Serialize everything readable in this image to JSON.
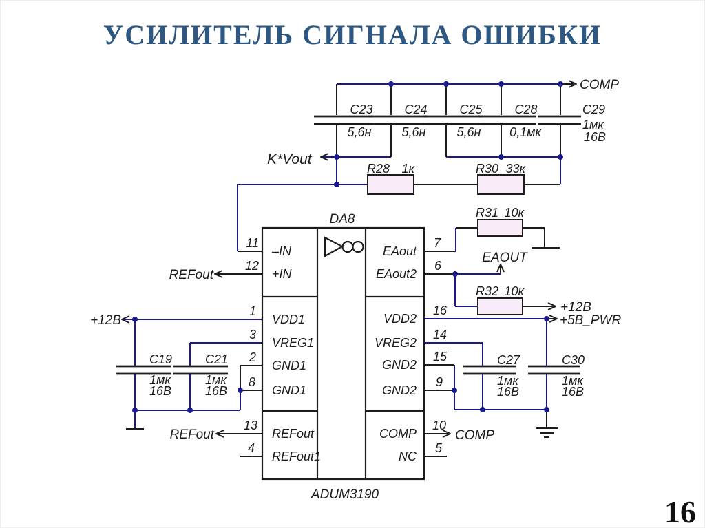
{
  "title": "УСИЛИТЕЛЬ СИГНАЛА ОШИБКИ",
  "page_number": "16",
  "colors": {
    "title": "#2d5884",
    "wire_blue": "#1a1a8c",
    "wire_black": "#1c1c1c",
    "resistor_fill": "#f9ecf9"
  },
  "ic": {
    "designator": "DA8",
    "part_number": "ADUM3190",
    "left_pins": [
      {
        "num": "11",
        "label": "–IN"
      },
      {
        "num": "12",
        "label": "+IN"
      },
      {
        "num": "1",
        "label": "VDD1"
      },
      {
        "num": "3",
        "label": "VREG1"
      },
      {
        "num": "2",
        "label": "GND1"
      },
      {
        "num": "8",
        "label": "GND1"
      },
      {
        "num": "13",
        "label": "REFout"
      },
      {
        "num": "4",
        "label": "REFout1"
      }
    ],
    "right_pins": [
      {
        "num": "7",
        "label": "EAout"
      },
      {
        "num": "6",
        "label": "EAout2"
      },
      {
        "num": "16",
        "label": "VDD2"
      },
      {
        "num": "14",
        "label": "VREG2"
      },
      {
        "num": "15",
        "label": "GND2"
      },
      {
        "num": "9",
        "label": "GND2"
      },
      {
        "num": "10",
        "label": "COMP"
      },
      {
        "num": "5",
        "label": "NC"
      }
    ]
  },
  "capacitors": {
    "c23": {
      "ref": "C23",
      "value": "5,6н"
    },
    "c24": {
      "ref": "C24",
      "value": "5,6н"
    },
    "c25": {
      "ref": "C25",
      "value": "5,6н"
    },
    "c28": {
      "ref": "C28",
      "value": "0,1мк"
    },
    "c29": {
      "ref": "C29",
      "value": "1мк",
      "voltage": "16В"
    },
    "c19": {
      "ref": "C19",
      "value": "1мк",
      "voltage": "16В"
    },
    "c21": {
      "ref": "C21",
      "value": "1мк",
      "voltage": "16В"
    },
    "c27": {
      "ref": "C27",
      "value": "1мк",
      "voltage": "16В"
    },
    "c30": {
      "ref": "C30",
      "value": "1мк",
      "voltage": "16В"
    }
  },
  "resistors": {
    "r28": {
      "ref": "R28",
      "value": "1к"
    },
    "r30": {
      "ref": "R30",
      "value": "33к"
    },
    "r31": {
      "ref": "R31",
      "value": "10к"
    },
    "r32": {
      "ref": "R32",
      "value": "10к"
    }
  },
  "nets": {
    "comp_top": "COMP",
    "k_vout": "K*Vout",
    "refout_in": "REFout",
    "plus12v_left": "+12В",
    "refout_bottom": "REFout",
    "eaout": "EAOUT",
    "plus12v_right": "+12В",
    "plus5v_pwr": "+5В_PWR",
    "comp_bottom": "COMP"
  }
}
